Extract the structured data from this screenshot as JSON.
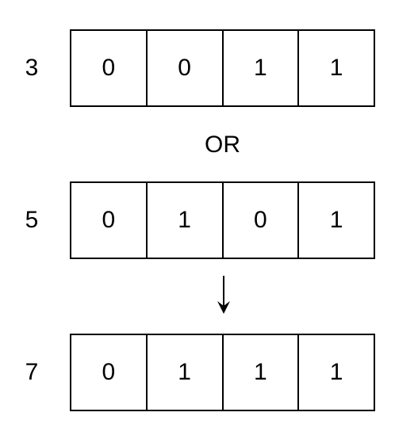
{
  "operation": "OR",
  "rows": [
    {
      "value": "3",
      "bits": [
        "0",
        "0",
        "1",
        "1"
      ]
    },
    {
      "value": "5",
      "bits": [
        "0",
        "1",
        "0",
        "1"
      ]
    },
    {
      "value": "7",
      "bits": [
        "0",
        "1",
        "1",
        "1"
      ]
    }
  ],
  "arrow_icon": "arrow-down-icon",
  "colors": {
    "stroke": "#000000",
    "background": "#ffffff"
  }
}
